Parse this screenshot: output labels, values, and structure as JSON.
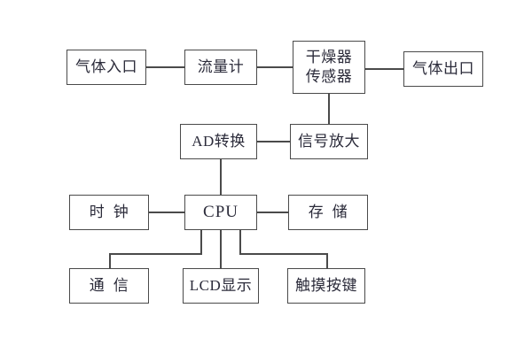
{
  "diagram": {
    "title": "Gas Detector System Block Diagram",
    "background": "#ffffff",
    "box_border_color": "#4a4a4a",
    "text_color": "#2b2b3a",
    "connector_color": "#4a4a4a",
    "nodes": {
      "gas_inlet": {
        "label": "气体入口"
      },
      "flow_meter": {
        "label": "流量计"
      },
      "dryer_line1": {
        "label": "干燥器"
      },
      "dryer_line2": {
        "label": "传感器"
      },
      "gas_outlet": {
        "label": "气体出口"
      },
      "ad_converter": {
        "label": "AD转换"
      },
      "signal_amplifier": {
        "label": "信号放大"
      },
      "clock": {
        "label": "时  钟"
      },
      "cpu": {
        "label": "CPU"
      },
      "storage": {
        "label": "存  储"
      },
      "communication": {
        "label": "通  信"
      },
      "lcd_display": {
        "label": "LCD显示"
      },
      "touch_keys": {
        "label": "触摸按键"
      }
    },
    "watermark": {
      "text": ""
    }
  }
}
